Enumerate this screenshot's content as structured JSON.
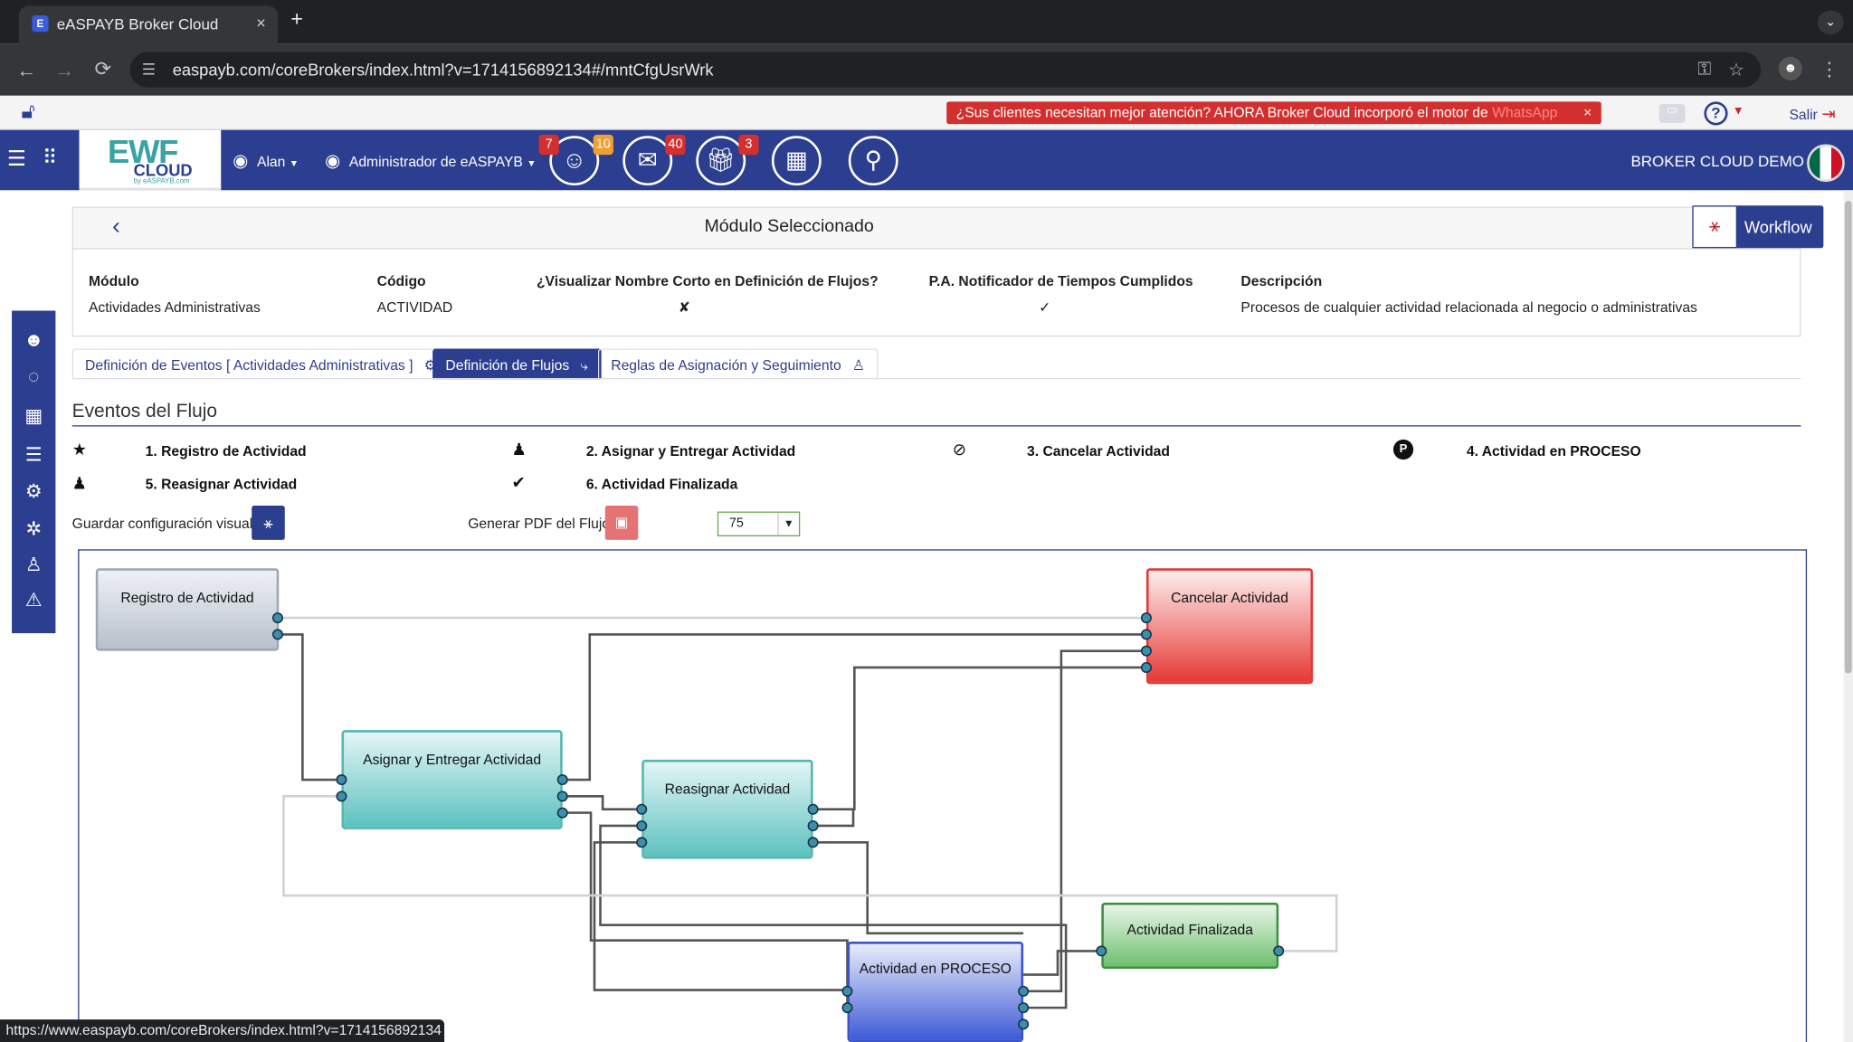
{
  "browser": {
    "tab_title": "eASPAYB Broker Cloud",
    "tab_close": "×",
    "new_tab": "+",
    "url": "easpayb.com/coreBrokers/index.html?v=1714156892134#/mntCfgUsrWrk",
    "status_url": "https://www.easpayb.com/coreBrokers/index.html?v=1714156892134"
  },
  "banner": {
    "text": "¿Sus clientes necesitan mejor atención? AHORA Broker Cloud incorporó el motor de",
    "highlight": "WhatsApp",
    "close": "×"
  },
  "topbar": {
    "logout": "Salir"
  },
  "navbar": {
    "logo_main": "EWF",
    "logo_sub": "CLOUD",
    "logo_by": "by eASPAYB.com",
    "user": "Alan",
    "role": "Administrador de eASPAYB",
    "badges": [
      "7",
      "10",
      "40",
      "3"
    ],
    "company": "BROKER CLOUD DEMO"
  },
  "module": {
    "selected_title": "Módulo Seleccionado",
    "workflow_button": "Workflow",
    "headers": {
      "module": "Módulo",
      "code": "Código",
      "short_name": "¿Visualizar Nombre Corto en Definición de Flujos?",
      "notifier": "P.A. Notificador de Tiempos Cumplidos",
      "description": "Descripción"
    },
    "values": {
      "module": "Actividades Administrativas",
      "code": "ACTIVIDAD",
      "short_name": "✘",
      "notifier": "✓",
      "description": "Procesos de cualquier actividad relacionada al negocio o administrativas"
    }
  },
  "tabs": [
    {
      "label": "Definición de Eventos [ Actividades Administrativas ]",
      "icon": "cogs-icon"
    },
    {
      "label": "Definición de Flujos",
      "icon": "flow-icon"
    },
    {
      "label": "Reglas de Asignación y Seguimiento",
      "icon": "user-lock-icon"
    }
  ],
  "flow": {
    "title": "Eventos del Flujo",
    "events": [
      {
        "label": "1. Registro de Actividad",
        "icon": "star-icon"
      },
      {
        "label": "2. Asignar y Entregar Actividad",
        "icon": "person-icon"
      },
      {
        "label": "3. Cancelar Actividad",
        "icon": "ban-icon"
      },
      {
        "label": "4. Actividad en PROCESO",
        "icon": "p-circle-icon"
      },
      {
        "label": "5. Reasignar Actividad",
        "icon": "person-icon"
      },
      {
        "label": "6. Actividad Finalizada",
        "icon": "check-icon"
      }
    ],
    "save_visual": "Guardar configuración visual",
    "pdf_label": "Generar PDF del Flujo",
    "zoom": "75",
    "nodes": {
      "registro": "Registro de Actividad",
      "asignar": "Asignar y Entregar Actividad",
      "reasignar": "Reasignar Actividad",
      "cancelar": "Cancelar Actividad",
      "finalizada": "Actividad Finalizada",
      "proceso": "Actividad en PROCESO"
    }
  },
  "colors": {
    "primary": "#2c3e8f",
    "banner_red": "#d32f2f",
    "cancel_red": "#e53935",
    "teal": "#5cc2c0",
    "green": "#3f8f3f",
    "blue": "#3f5bd6"
  }
}
